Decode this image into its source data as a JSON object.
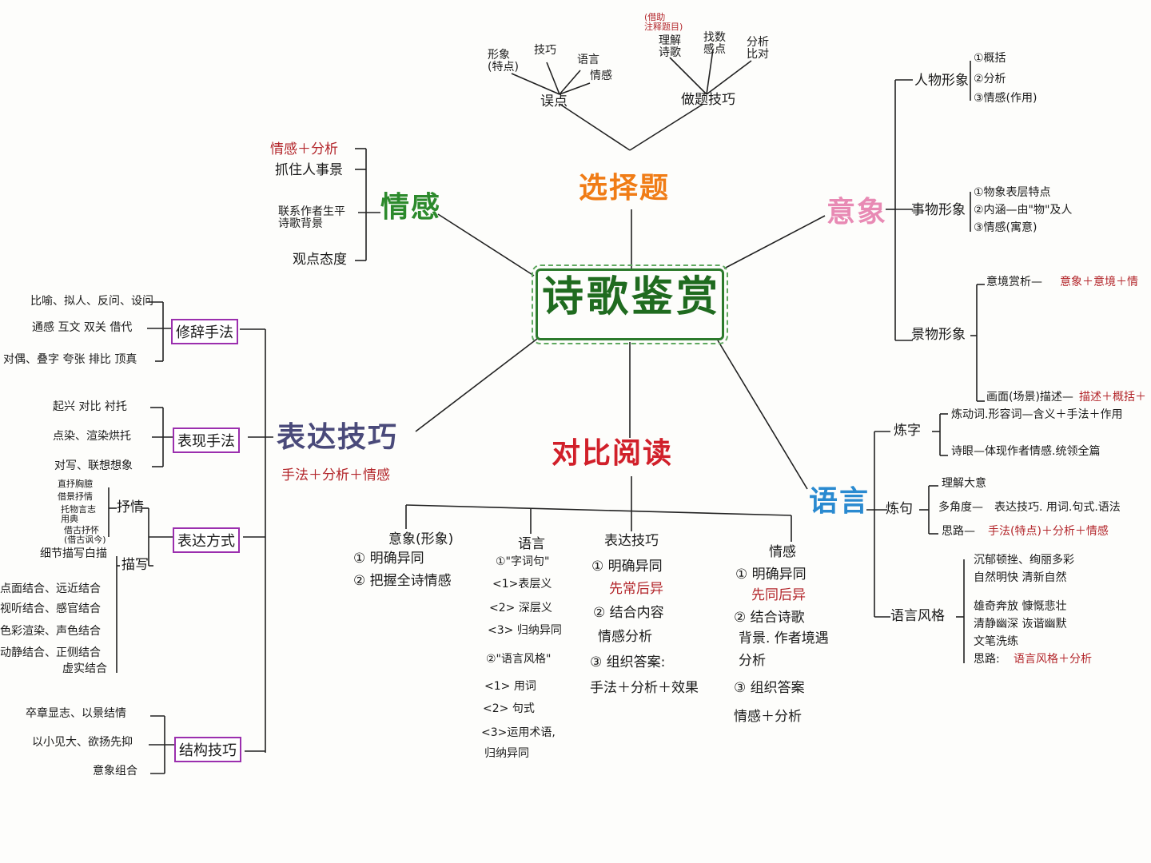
{
  "center": "诗歌鉴赏",
  "colors": {
    "choice": "#f07c16",
    "emotion": "#2c8a2c",
    "imagery": "#e88ab4",
    "express": "#4a4a7a",
    "contrast": "#d1202a",
    "language": "#2a8ad0",
    "purple": "#9b2fae",
    "note": "#b3262b"
  },
  "choice": {
    "title": "选择题",
    "errors": {
      "label": "误点",
      "items": [
        "形象\n(特点)",
        "技巧",
        "语言",
        "情感"
      ]
    },
    "tips": {
      "label": "做题技巧",
      "items": [
        "(借助\n注释题目)",
        "理解\n诗歌",
        "找数\n感点",
        "分析\n比对"
      ]
    }
  },
  "emotion": {
    "title": "情感",
    "items": [
      "情感＋分析",
      "抓住人事景",
      "联系作者生平\n诗歌背景",
      "观点态度"
    ]
  },
  "imagery": {
    "title": "意象",
    "person": {
      "label": "人物形象",
      "items": [
        "①概括",
        "②分析",
        "③情感(作用)"
      ]
    },
    "thing": {
      "label": "事物形象",
      "items": [
        "①物象表层特点",
        "②内涵—由\"物\"及人",
        "③情感(寓意)"
      ]
    },
    "scene": {
      "label": "景物形象",
      "items": [
        "意境赏析—",
        "意象＋意境＋情",
        "画面(场景)描述—",
        "描述＋概括＋"
      ]
    }
  },
  "language": {
    "title": "语言",
    "word": {
      "label": "炼字",
      "items": [
        "炼动词.形容词—含义＋手法＋作用",
        "诗眼—体现作者情感.统领全篇"
      ]
    },
    "sentence": {
      "label": "炼句",
      "items": [
        "理解大意",
        "多角度—",
        "表达技巧. 用词.句式.语法",
        "思路—",
        "手法(特点)＋分析＋情感"
      ]
    },
    "style": {
      "label": "语言风格",
      "items": [
        "沉郁顿挫、绚丽多彩",
        "自然明快  清新自然",
        "雄奇奔放  慷慨悲壮",
        "清静幽深  诙谐幽默",
        "文笔洗练",
        "思路: ",
        "语言风格＋分析"
      ]
    }
  },
  "express": {
    "title": "表达技巧",
    "formula": "手法＋分析＋情感",
    "rhetoric": {
      "label": "修辞手法",
      "items": [
        "比喻、拟人、反问、设问",
        "通感  互文  双关  借代",
        "对偶、叠字  夸张  排比  顶真"
      ]
    },
    "performance": {
      "label": "表现手法",
      "items": [
        "起兴  对比  衬托",
        "点染、渲染烘托",
        "对写、联想想象"
      ]
    },
    "method": {
      "label": "表达方式",
      "lyric": "抒情",
      "lyric_items": [
        "直抒胸臆",
        "借景抒情",
        "托物言志\n用典",
        "借古抒怀\n(借古讽今)"
      ],
      "desc": "描写",
      "desc_items": [
        "细节描写白描",
        "点面结合、远近结合",
        "视听结合、感官结合",
        "色彩渲染、声色结合",
        "动静结合、正侧结合",
        "虚实结合"
      ]
    },
    "structure": {
      "label": "结构技巧",
      "items": [
        "卒章显志、以景结情",
        "以小见大、欲扬先抑",
        "意象组合"
      ]
    }
  },
  "contrast": {
    "title": "对比阅读",
    "cols": [
      {
        "head": "意象(形象)",
        "items": [
          "① 明确异同",
          "② 把握全诗情感"
        ]
      },
      {
        "head": "语言",
        "items": [
          "①\"字词句\"",
          "<1>表层义",
          "<2> 深层义",
          "<3> 归纳异同",
          "②\"语言风格\"",
          "<1> 用词",
          "<2> 句式",
          "<3>运用术语,",
          "归纳异同"
        ]
      },
      {
        "head": "表达技巧",
        "items": [
          "① 明确异同",
          "先常后异",
          "② 结合内容",
          "情感分析",
          "③ 组织答案:",
          "手法＋分析＋效果"
        ]
      },
      {
        "head": "情感",
        "items": [
          "① 明确异同",
          "先同后异",
          "② 结合诗歌",
          "背景. 作者境遇",
          "分析",
          "③ 组织答案",
          "情感＋分析"
        ]
      }
    ]
  }
}
